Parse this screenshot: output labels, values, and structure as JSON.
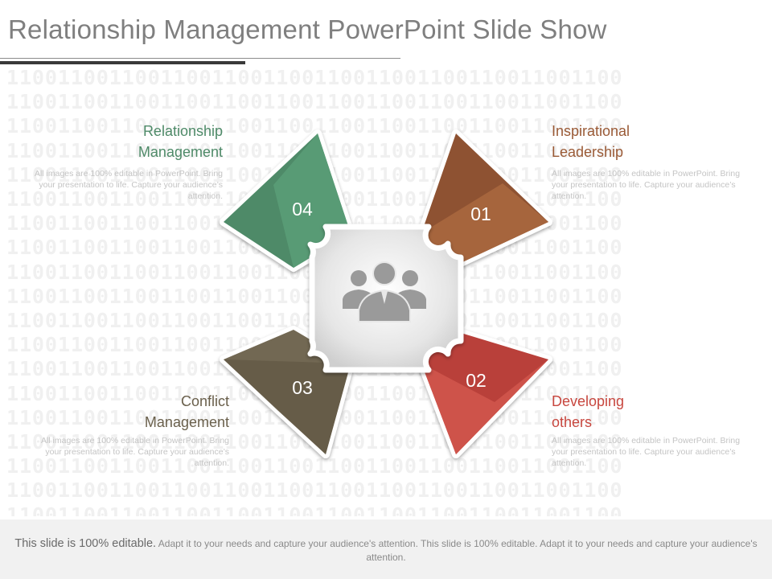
{
  "slide": {
    "title": "Relationship Management PowerPoint Slide Show",
    "background_pattern": "110011001100110011001100110011001100110011001100",
    "center_icon": "people-group-icon"
  },
  "segments": [
    {
      "number": "01",
      "heading_line1": "Inspirational",
      "heading_line2": "Leadership",
      "description": "All images are 100% editable in PowerPoint. Bring your presentation to life. Capture your audience’s attention.",
      "color": "#9a5a36"
    },
    {
      "number": "02",
      "heading_line1": "Developing",
      "heading_line2": "others",
      "description": "All images are 100% editable in PowerPoint. Bring your presentation to life. Capture your audience’s attention.",
      "color": "#c8473f"
    },
    {
      "number": "03",
      "heading_line1": "Conflict",
      "heading_line2": "Management",
      "description": "All images are 100% editable in PowerPoint. Bring your presentation to life. Capture your audience’s attention.",
      "color": "#6a604c"
    },
    {
      "number": "04",
      "heading_line1": "Relationship",
      "heading_line2": "Management",
      "description": "All images are 100% editable in PowerPoint. Bring your presentation to life. Capture your audience’s attention.",
      "color": "#4e8a68"
    }
  ],
  "footer": {
    "lead": "This slide is 100% editable.",
    "body": "Adapt it to your needs and capture your audience's attention. This slide is 100% editable. Adapt it to your needs and capture your audience's attention."
  }
}
